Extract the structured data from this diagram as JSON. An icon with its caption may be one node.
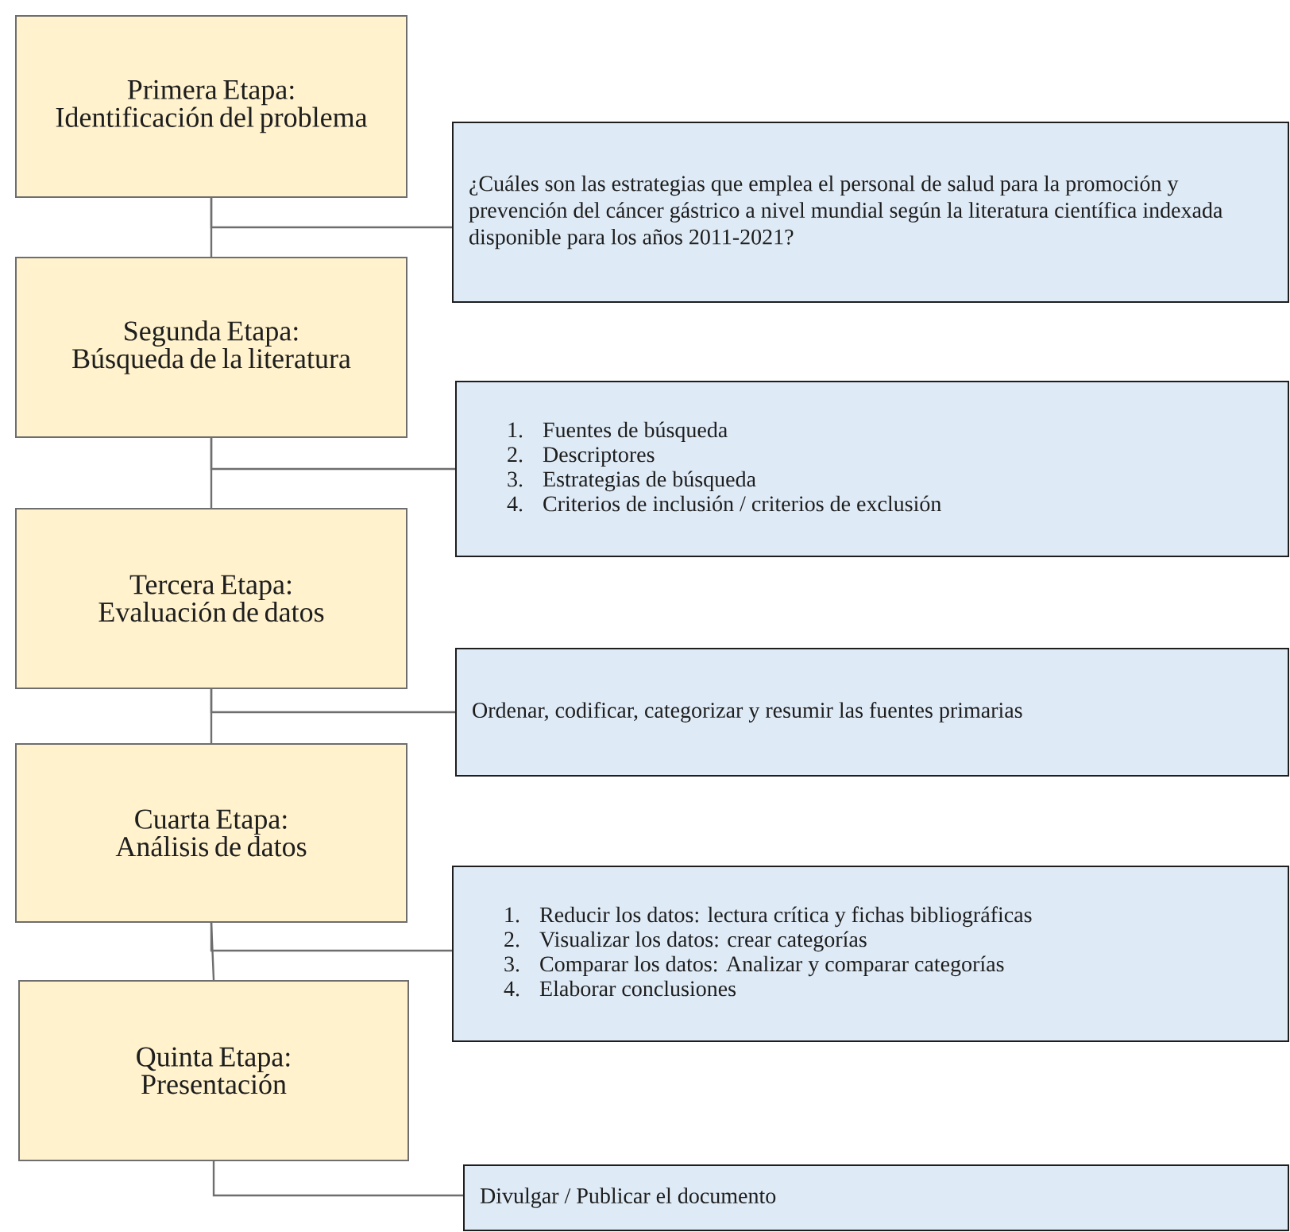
{
  "diagram": {
    "nodes": [
      {
        "text": [
          "Primera Etapa:",
          "Identificación del problema"
        ]
      },
      {
        "text": [
          "¿Cuáles son las estrategias que emplea el personal de salud para la promoción y prevención del cáncer gástrico a nivel mundial según la literatura científica indexada disponible para los años 2011-2021?"
        ]
      },
      {
        "text": [
          "Segunda Etapa:",
          "Búsqueda de la literatura"
        ]
      },
      {
        "text": [
          "1.",
          "Fuentes de búsqueda",
          "2.",
          "Descriptores",
          "3.",
          "Estrategias de búsqueda",
          "4.",
          "Criterios de inclusión / criterios de exclusión"
        ]
      },
      {
        "text": [
          "Tercera Etapa:",
          "Evaluación de datos"
        ]
      },
      {
        "text": [
          "Ordenar, codificar, categorizar y resumir las fuentes primarias"
        ]
      },
      {
        "text": [
          "Cuarta Etapa:",
          "Análisis de datos"
        ]
      },
      {
        "text": [
          "1.",
          "Reducir los datos: lectura crítica y fichas bibliográficas",
          "2.",
          "Visualizar los datos: crear categorías",
          "3.",
          "Comparar los datos: Analizar y comparar categorías",
          "4.",
          "Elaborar conclusiones"
        ]
      },
      {
        "text": [
          "Quinta Etapa:",
          "Presentación"
        ]
      },
      {
        "text": [
          "Divulgar / Publicar el documento"
        ]
      }
    ],
    "edges": [
      {
        "from": 0,
        "to": 2,
        "arrow": "none"
      },
      {
        "from": 0,
        "to": 1,
        "arrow": "none"
      },
      {
        "from": 2,
        "to": 4,
        "arrow": "none"
      },
      {
        "from": 2,
        "to": 3,
        "arrow": "none"
      },
      {
        "from": 4,
        "to": 6,
        "arrow": "none"
      },
      {
        "from": 4,
        "to": 5,
        "arrow": "none"
      },
      {
        "from": 6,
        "to": 8,
        "arrow": "none"
      },
      {
        "from": 6,
        "to": 7,
        "arrow": "none"
      },
      {
        "from": 8,
        "to": 9,
        "arrow": "none"
      }
    ]
  }
}
